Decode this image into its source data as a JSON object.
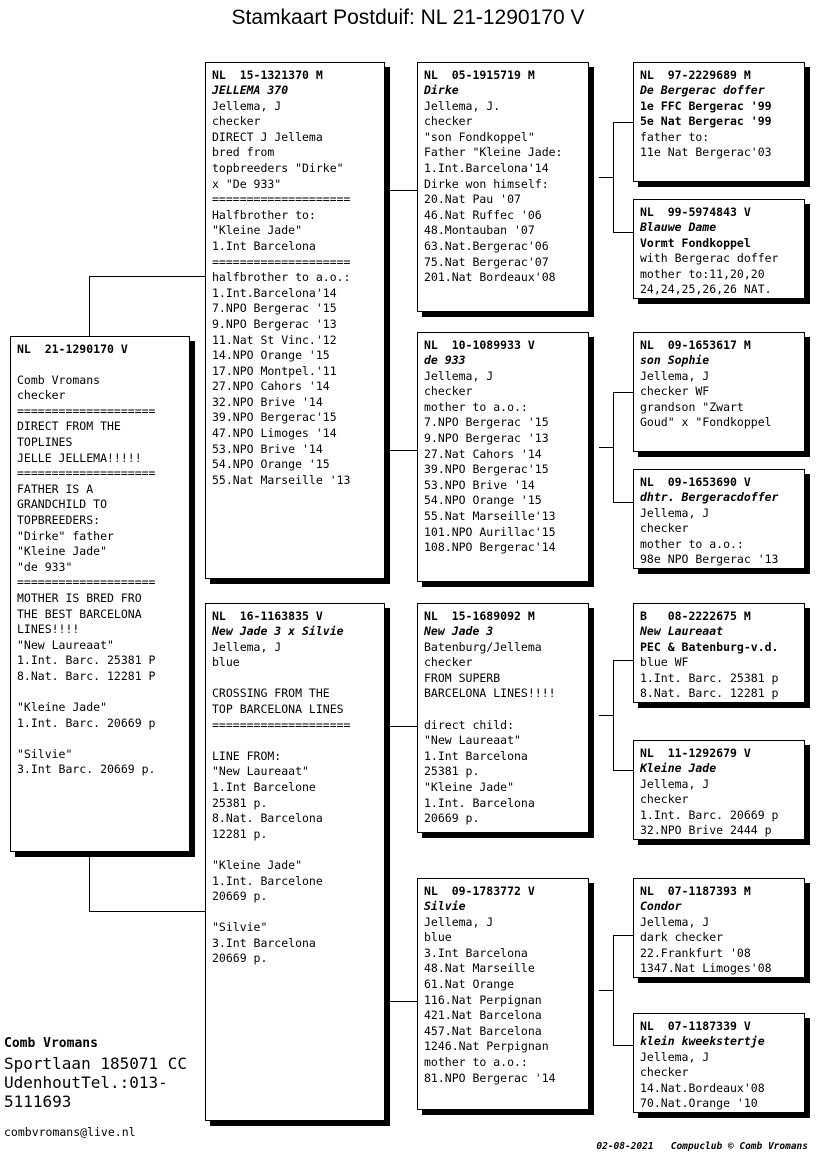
{
  "title": "Stamkaart Postduif: NL  21-1290170 V",
  "subject": {
    "header": "NL  21-1290170 V",
    "lines": [
      "",
      "Comb Vromans",
      "checker",
      "====================",
      "DIRECT FROM THE",
      "TOPLINES",
      "JELLE JELLEMA!!!!!",
      "====================",
      "FATHER IS A",
      "GRANDCHILD TO",
      "TOPBREEDERS:",
      "\"Dirke\" father",
      "\"Kleine Jade\"",
      "\"de 933\"",
      "====================",
      "MOTHER IS BRED FRO",
      "THE BEST BARCELONA",
      "LINES!!!!",
      "\"New Laureaat\"",
      "1.Int. Barc. 25381 P",
      "8.Nat. Barc. 12281 P",
      "",
      "\"Kleine Jade\"",
      "1.Int. Barc. 20669 p",
      "",
      "\"Silvie\"",
      "3.Int Barc. 20669 p."
    ]
  },
  "generation2": [
    {
      "id": "father",
      "header": "NL  15-1321370 M",
      "name_line": "JELLEMA 370",
      "lines": [
        "Jellema, J",
        "checker",
        "DIRECT J Jellema",
        "bred from",
        "topbreeders \"Dirke\"",
        "x \"De 933\"",
        "====================",
        "Halfbrother to:",
        "\"Kleine Jade\"",
        "1.Int Barcelona",
        "====================",
        "halfbrother to a.o.:",
        "1.Int.Barcelona'14",
        "7.NPO Bergerac '15",
        "9.NPO Bergerac '13",
        "11.Nat St Vinc.'12",
        "14.NPO Orange '15",
        "17.NPO Montpel.'11",
        "27.NPO Cahors '14",
        "32.NPO Brive '14",
        "39.NPO Bergerac'15",
        "47.NPO Limoges '14",
        "53.NPO Brive '14",
        "54.NPO Orange '15",
        "55.Nat Marseille '13"
      ]
    },
    {
      "id": "mother",
      "header": "NL  16-1163835 V",
      "name_line": "New Jade 3 x Silvie",
      "lines": [
        "Jellema, J",
        "blue",
        "",
        "CROSSING FROM THE",
        "TOP BARCELONA LINES",
        "====================",
        "",
        "LINE FROM:",
        "\"New Laureaat\"",
        "1.Int Barcelone",
        "25381 p.",
        "8.Nat. Barcelona",
        "12281 p.",
        "",
        "\"Kleine Jade\"",
        "1.Int. Barcelone",
        "20669 p.",
        "",
        "\"Silvie\"",
        "3.Int Barcelona",
        "20669 p."
      ]
    }
  ],
  "generation3": [
    {
      "id": "paternal-grandfather",
      "header": "NL  05-1915719 M",
      "name_line": "Dirke",
      "lines": [
        "Jellema, J.",
        "checker",
        "\"son Fondkoppel\"",
        "Father \"Kleine Jade:",
        "1.Int.Barcelona'14",
        "Dirke won himself:",
        "20.Nat Pau '07",
        "46.Nat Ruffec '06",
        "48.Montauban '07",
        "63.Nat.Bergerac'06",
        "75.Nat Bergerac'07",
        "201.Nat Bordeaux'08"
      ]
    },
    {
      "id": "paternal-grandmother",
      "header": "NL  10-1089933 V",
      "name_line": "de 933",
      "lines": [
        "Jellema, J",
        "checker",
        "mother to a.o.:",
        "7.NPO Bergerac '15",
        "9.NPO Bergerac '13",
        "27.Nat Cahors '14",
        "39.NPO Bergerac'15",
        "53.NPO Brive '14",
        "54.NPO Orange '15",
        "55.Nat Marseille'13",
        "101.NPO Aurillac'15",
        "108.NPO Bergerac'14"
      ]
    },
    {
      "id": "maternal-grandfather",
      "header": "NL  15-1689092 M",
      "name_line": "New Jade 3",
      "lines": [
        "Batenburg/Jellema",
        "checker",
        "FROM SUPERB",
        "BARCELONA LINES!!!!",
        "",
        "direct child:",
        "\"New Laureaat\"",
        "1.Int Barcelona",
        "25381 p.",
        "\"Kleine Jade\"",
        "1.Int. Barcelona",
        "20669 p."
      ]
    },
    {
      "id": "maternal-grandmother",
      "header": "NL  09-1783772 V",
      "name_line": "Silvie",
      "lines": [
        "Jellema, J",
        "blue",
        "3.Int Barcelona",
        "48.Nat Marseille",
        "61.Nat Orange",
        "116.Nat Perpignan",
        "421.Nat Barcelona",
        "457.Nat Barcelona",
        "1246.Nat Perpignan",
        "mother to a.o.:",
        "81.NPO Bergerac '14"
      ]
    }
  ],
  "generation4": [
    {
      "id": "ggp-1",
      "header": "NL  97-2229689 M",
      "name_line": "De Bergerac doffer",
      "lines": [
        "1e FFC Bergerac '99",
        "5e Nat Bergerac '99",
        "father to:",
        "11e Nat Bergerac'03"
      ],
      "bold_lines": [
        0,
        1
      ]
    },
    {
      "id": "ggp-2",
      "header": "NL  99-5974843 V",
      "name_line": "Blauwe Dame",
      "lines": [
        "Vormt Fondkoppel",
        "with Bergerac doffer",
        "mother to:11,20,20",
        "24,24,25,26,26 NAT."
      ],
      "bold_lines": [
        0
      ]
    },
    {
      "id": "ggp-3",
      "header": "NL  09-1653617 M",
      "name_line": "son Sophie",
      "lines": [
        "Jellema, J",
        "checker WF",
        "grandson \"Zwart",
        "Goud\" x \"Fondkoppel"
      ],
      "bold_lines": []
    },
    {
      "id": "ggp-4",
      "header": "NL  09-1653690 V",
      "name_line": "dhtr. Bergeracdoffer",
      "lines": [
        "Jellema, J",
        "checker",
        "mother to a.o.:",
        "98e NPO Bergerac '13"
      ],
      "bold_lines": []
    },
    {
      "id": "ggp-5",
      "header": "B   08-2222675 M",
      "name_line": "New Laureaat",
      "lines": [
        "PEC & Batenburg-v.d.",
        "blue WF",
        "1.Int. Barc. 25381 p",
        "8.Nat. Barc. 12281 p"
      ],
      "bold_lines": [
        0
      ]
    },
    {
      "id": "ggp-6",
      "header": "NL  11-1292679 V",
      "name_line": "Kleine Jade",
      "lines": [
        "Jellema, J",
        "checker",
        "1.Int. Barc. 20669 p",
        "32.NPO Brive 2444 p"
      ],
      "bold_lines": []
    },
    {
      "id": "ggp-7",
      "header": "NL  07-1187393 M",
      "name_line": "Condor",
      "lines": [
        "Jellema, J",
        "dark checker",
        "22.Frankfurt '08",
        "1347.Nat Limoges'08"
      ],
      "bold_lines": []
    },
    {
      "id": "ggp-8",
      "header": "NL  07-1187339 V",
      "name_line": "klein kweekstertje",
      "lines": [
        "Jellema, J",
        "checker",
        "14.Nat.Bordeaux'08",
        "70.Nat.Orange '10"
      ],
      "bold_lines": []
    }
  ],
  "owner": {
    "name": "Comb Vromans",
    "address_lines": [
      "Sportlaan 18",
      "5071 CC  Udenhout",
      "Tel.:013-5111693"
    ],
    "email": "combvromans@live.nl"
  },
  "footer": {
    "credit": "02-08-2021   Compuclub © Comb Vromans"
  }
}
